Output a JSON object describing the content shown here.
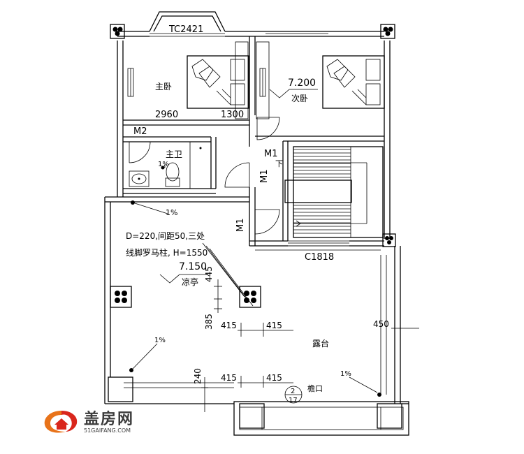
{
  "rooms": {
    "master_bedroom": "主卧",
    "second_bedroom": "次卧",
    "master_bath": "主卫",
    "pavilion": "凉亭",
    "terrace": "露台",
    "eave": "檐口"
  },
  "windows": {
    "top": "TC2421",
    "stair": "C1818"
  },
  "doors": {
    "m2": "M2",
    "m1_a": "M1",
    "m1_b": "M1",
    "m1_c": "M1"
  },
  "stair_label": "下",
  "elevations": {
    "upper": "7.200",
    "pavilion": "7.150"
  },
  "dimensions": {
    "d2960": "2960",
    "d1300": "1300",
    "d445": "445",
    "d385": "385",
    "d415_a": "415",
    "d415_b": "415",
    "d415_c": "415",
    "d415_d": "415",
    "d450": "450",
    "d240": "240"
  },
  "slopes": {
    "bath": "1%",
    "pav": "1%",
    "left": "1%",
    "right": "1%"
  },
  "note": {
    "line1": "D=220,间距50,三处",
    "line2": "线脚罗马柱, H=1550"
  },
  "section_mark": {
    "num": "2",
    "sheet": "17"
  },
  "logo": {
    "name": "盖房网",
    "url": "51GAIFANG.COM"
  },
  "colors": {
    "logo_orange": "#e8731a",
    "logo_red": "#d9261c",
    "text": "#3c3c3c"
  }
}
